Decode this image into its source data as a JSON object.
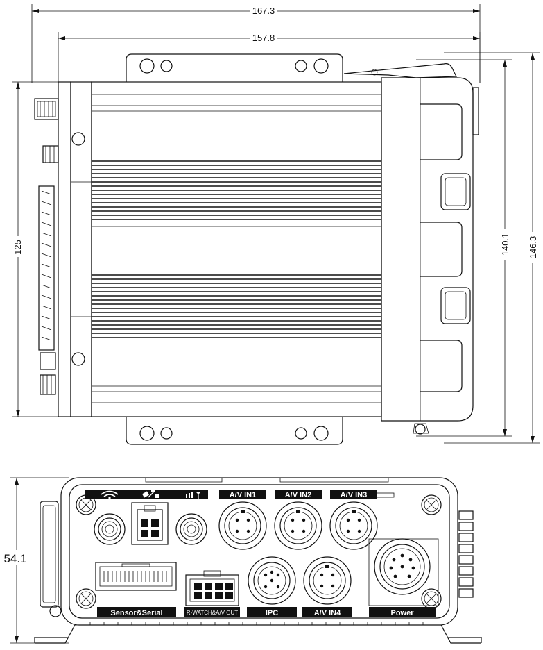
{
  "dimensions": {
    "top_width_outer": "167.3",
    "top_width_inner": "157.8",
    "height_left": "125",
    "height_right_inner": "140.1",
    "height_right_outer": "146.3",
    "front_height": "54.1"
  },
  "ports": {
    "av_in1": "A/V IN1",
    "av_in2": "A/V IN2",
    "av_in3": "A/V IN3",
    "av_in4": "A/V IN4",
    "ipc": "IPC",
    "power": "Power",
    "sensor_serial": "Sensor&Serial",
    "rwatch_avout": "R-WATCH&A/V OUT"
  },
  "icons": {
    "wifi": "wifi-icon",
    "gps": "satellite-icon",
    "cellular": "signal-antenna-icon"
  },
  "colors": {
    "line": "#111111",
    "label_bg": "#111111",
    "label_text": "#ffffff"
  }
}
